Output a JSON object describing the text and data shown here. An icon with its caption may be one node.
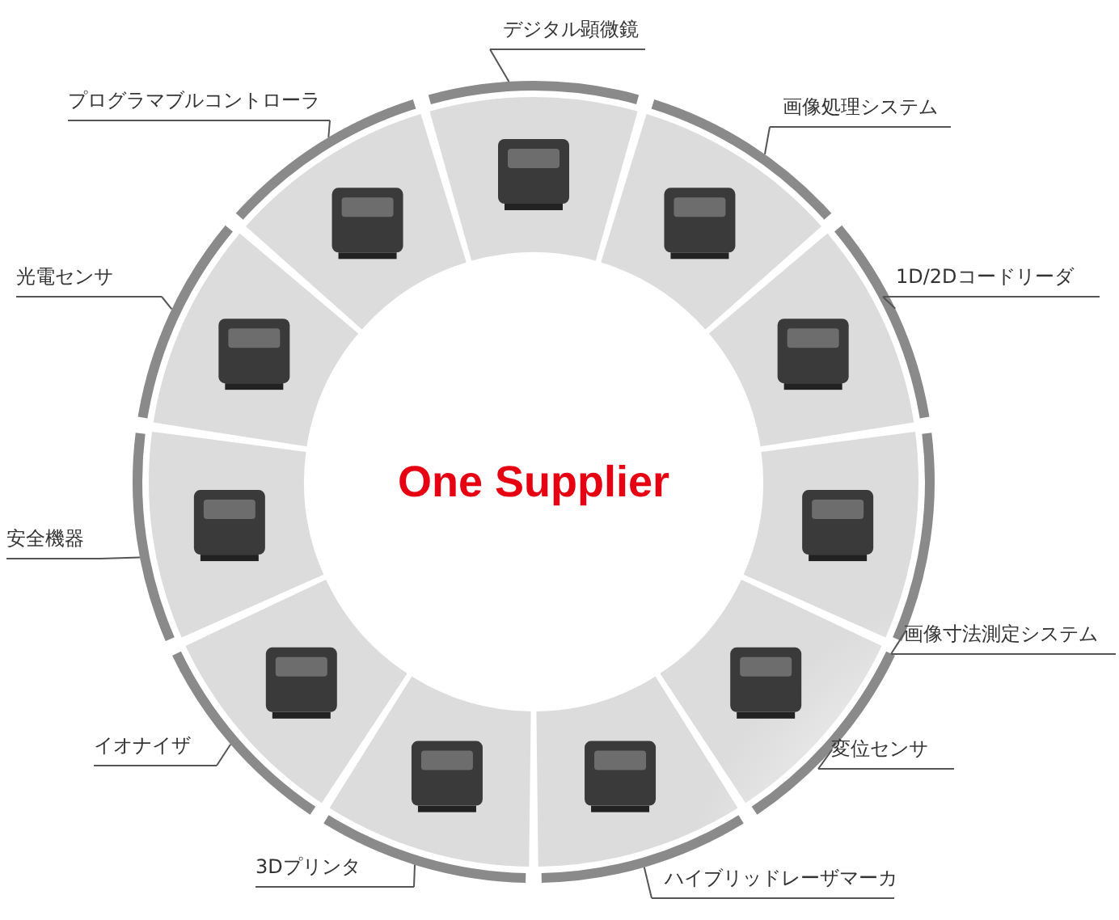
{
  "diagram": {
    "nodes": [
      {
        "text": [
          "One Supplier"
        ]
      },
      {
        "text": [
          "デジタル顕微鏡"
        ]
      },
      {
        "text": [
          "画像処理システム"
        ]
      },
      {
        "text": [
          "1D/2Dコードリーダ"
        ]
      },
      {
        "text": [
          "画像寸法測定システム"
        ]
      },
      {
        "text": [
          "変位センサ"
        ]
      },
      {
        "text": [
          "ハイブリッドレーザマーカ"
        ]
      },
      {
        "text": [
          "3Dプリンタ"
        ]
      },
      {
        "text": [
          "イオナイザ"
        ]
      },
      {
        "text": [
          "安全機器"
        ]
      },
      {
        "text": [
          "光電センサ"
        ]
      },
      {
        "text": [
          "プログラマブルコントローラ"
        ]
      },
      {
        "text": [],
        "shape": "picture"
      },
      {
        "text": [],
        "shape": "picture"
      },
      {
        "text": [],
        "shape": "picture"
      },
      {
        "text": [],
        "shape": "picture"
      },
      {
        "text": [],
        "shape": "picture"
      },
      {
        "text": [],
        "shape": "picture"
      },
      {
        "text": [],
        "shape": "picture"
      },
      {
        "text": [],
        "shape": "picture"
      },
      {
        "text": [],
        "shape": "picture"
      },
      {
        "text": [],
        "shape": "picture"
      },
      {
        "text": [],
        "shape": "picture"
      }
    ],
    "edges": [
      {
        "from": 1,
        "to": 12,
        "arrow": "none"
      },
      {
        "from": 2,
        "to": 13,
        "arrow": "none"
      },
      {
        "from": 3,
        "to": 14,
        "arrow": "none"
      },
      {
        "from": 4,
        "to": 15,
        "arrow": "none"
      },
      {
        "from": 5,
        "to": 16,
        "arrow": "none"
      },
      {
        "from": 6,
        "to": 17,
        "arrow": "none"
      },
      {
        "from": 7,
        "to": 18,
        "arrow": "none"
      },
      {
        "from": 8,
        "to": 19,
        "arrow": "none"
      },
      {
        "from": 9,
        "to": 20,
        "arrow": "none"
      },
      {
        "from": 10,
        "to": 21,
        "arrow": "none"
      },
      {
        "from": 11,
        "to": 22,
        "arrow": "none"
      }
    ]
  }
}
